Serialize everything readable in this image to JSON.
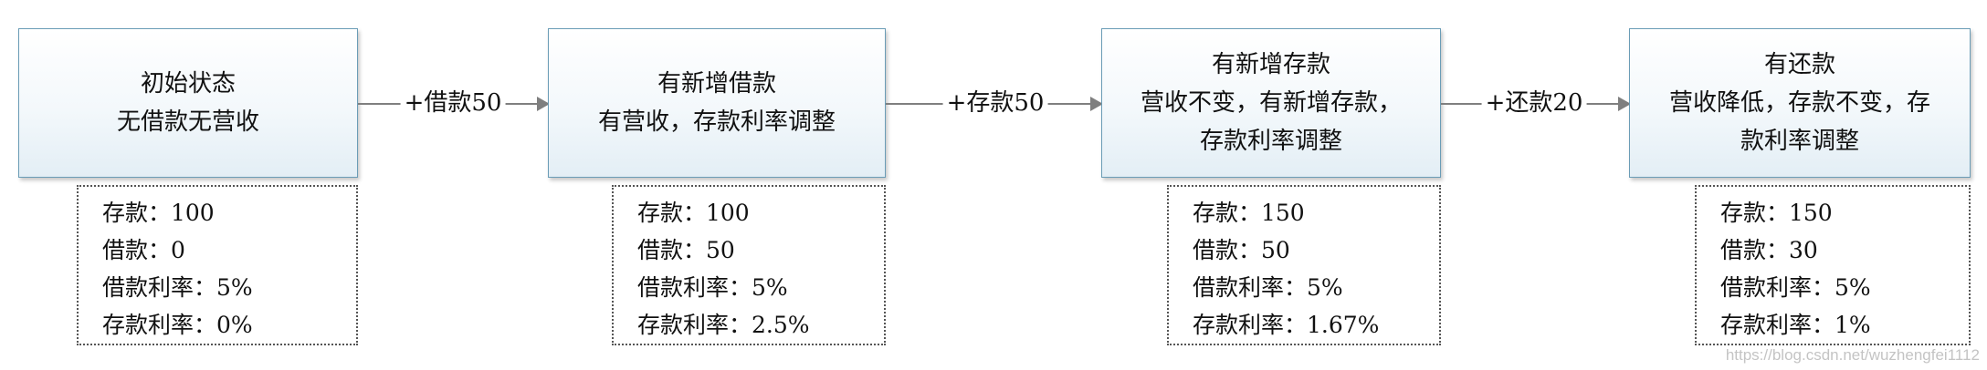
{
  "states": [
    {
      "lines": [
        "初始状态",
        "无借款无营收"
      ],
      "info": [
        "存款：100",
        "借款：0",
        "借款利率：5%",
        "存款利率：0%"
      ]
    },
    {
      "lines": [
        "有新增借款",
        "有营收，存款利率调整"
      ],
      "info": [
        "存款：100",
        "借款：50",
        "借款利率：5%",
        "存款利率：2.5%"
      ]
    },
    {
      "lines": [
        "有新增存款",
        "营收不变，有新增存款，",
        "存款利率调整"
      ],
      "info": [
        "存款：150",
        "借款：50",
        "借款利率：5%",
        "存款利率：1.67%"
      ]
    },
    {
      "lines": [
        "有还款",
        "营收降低，存款不变，存",
        "款利率调整"
      ],
      "info": [
        "存款：150",
        "借款：30",
        "借款利率：5%",
        "存款利率：1%"
      ]
    }
  ],
  "transitions": [
    {
      "label": "+借款50"
    },
    {
      "label": "+存款50"
    },
    {
      "label": "+还款20"
    }
  ],
  "watermark": "https://blog.csdn.net/wuzhengfei1112"
}
